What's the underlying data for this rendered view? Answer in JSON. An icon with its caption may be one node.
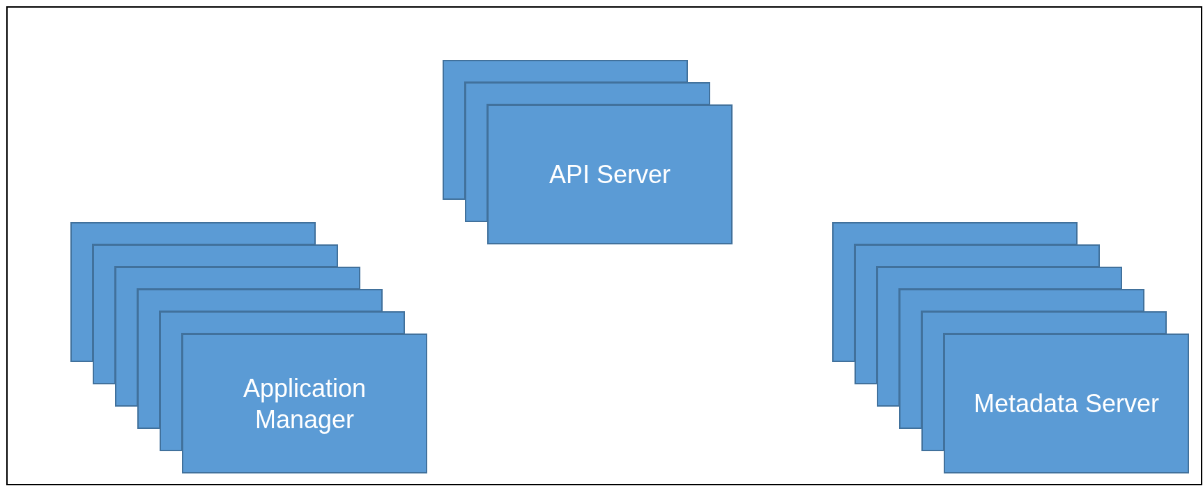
{
  "diagram": {
    "nodes": [
      {
        "text": [],
        "shape": "box"
      },
      {
        "text": [],
        "shape": "box"
      },
      {
        "text": [
          "API Server"
        ]
      },
      {
        "text": [],
        "shape": "box"
      },
      {
        "text": [],
        "shape": "box"
      },
      {
        "text": [],
        "shape": "box"
      },
      {
        "text": [],
        "shape": "box"
      },
      {
        "text": [],
        "shape": "box"
      },
      {
        "text": [
          "Application Manager"
        ]
      },
      {
        "text": [],
        "shape": "box"
      },
      {
        "text": [],
        "shape": "box"
      },
      {
        "text": [],
        "shape": "box"
      },
      {
        "text": [],
        "shape": "box"
      },
      {
        "text": [],
        "shape": "box"
      },
      {
        "text": [
          "Metadata Server"
        ]
      }
    ]
  }
}
